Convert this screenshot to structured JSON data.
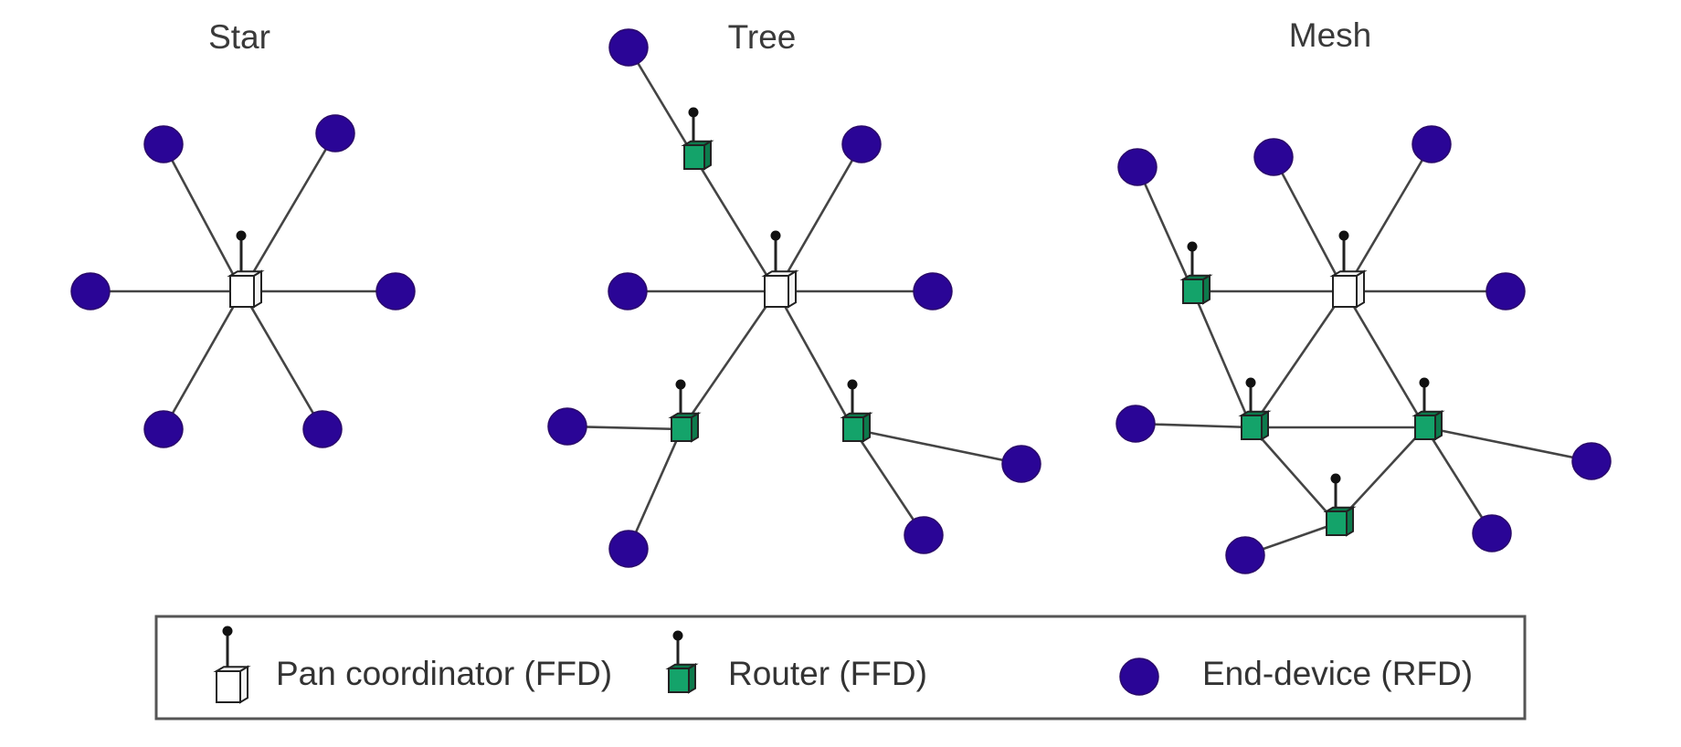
{
  "colors": {
    "end_device": "#2a0596",
    "router": "#14a36a",
    "router_dark": "#0d7a4c",
    "coordinator": "#ffffff",
    "edge": "#444444",
    "text": "#333333"
  },
  "topologies": [
    {
      "id": "star",
      "title": "Star",
      "nodes": [
        {
          "id": "c",
          "type": "coordinator"
        },
        {
          "id": "e1",
          "type": "end-device"
        },
        {
          "id": "e2",
          "type": "end-device"
        },
        {
          "id": "e3",
          "type": "end-device"
        },
        {
          "id": "e4",
          "type": "end-device"
        },
        {
          "id": "e5",
          "type": "end-device"
        },
        {
          "id": "e6",
          "type": "end-device"
        }
      ],
      "edges": [
        [
          "c",
          "e1"
        ],
        [
          "c",
          "e2"
        ],
        [
          "c",
          "e3"
        ],
        [
          "c",
          "e4"
        ],
        [
          "c",
          "e5"
        ],
        [
          "c",
          "e6"
        ]
      ]
    },
    {
      "id": "tree",
      "title": "Tree",
      "nodes": [
        {
          "id": "c",
          "type": "coordinator"
        },
        {
          "id": "ra",
          "type": "router"
        },
        {
          "id": "rb",
          "type": "router"
        },
        {
          "id": "rc",
          "type": "router"
        },
        {
          "id": "e1",
          "type": "end-device"
        },
        {
          "id": "e2",
          "type": "end-device"
        },
        {
          "id": "e3",
          "type": "end-device"
        },
        {
          "id": "e4",
          "type": "end-device"
        },
        {
          "id": "e5",
          "type": "end-device"
        },
        {
          "id": "e6",
          "type": "end-device"
        },
        {
          "id": "e7",
          "type": "end-device"
        },
        {
          "id": "e8",
          "type": "end-device"
        }
      ],
      "edges": [
        [
          "e1",
          "ra"
        ],
        [
          "ra",
          "c"
        ],
        [
          "c",
          "e2"
        ],
        [
          "c",
          "e3"
        ],
        [
          "c",
          "e4"
        ],
        [
          "c",
          "rb"
        ],
        [
          "c",
          "rc"
        ],
        [
          "rb",
          "e5"
        ],
        [
          "rb",
          "e6"
        ],
        [
          "rc",
          "e7"
        ],
        [
          "rc",
          "e8"
        ]
      ]
    },
    {
      "id": "mesh",
      "title": "Mesh",
      "nodes": [
        {
          "id": "c",
          "type": "coordinator"
        },
        {
          "id": "ra",
          "type": "router"
        },
        {
          "id": "rb",
          "type": "router"
        },
        {
          "id": "rc",
          "type": "router"
        },
        {
          "id": "rd",
          "type": "router"
        },
        {
          "id": "e1",
          "type": "end-device"
        },
        {
          "id": "e2",
          "type": "end-device"
        },
        {
          "id": "e3",
          "type": "end-device"
        },
        {
          "id": "e4",
          "type": "end-device"
        },
        {
          "id": "e5",
          "type": "end-device"
        },
        {
          "id": "e6",
          "type": "end-device"
        },
        {
          "id": "e7",
          "type": "end-device"
        },
        {
          "id": "e8",
          "type": "end-device"
        }
      ],
      "edges": [
        [
          "e1",
          "ra"
        ],
        [
          "ra",
          "c"
        ],
        [
          "e2",
          "c"
        ],
        [
          "e3",
          "c"
        ],
        [
          "c",
          "e4"
        ],
        [
          "ra",
          "rb"
        ],
        [
          "c",
          "rb"
        ],
        [
          "c",
          "rc"
        ],
        [
          "e5",
          "rb"
        ],
        [
          "rb",
          "rc"
        ],
        [
          "rc",
          "e6"
        ],
        [
          "rc",
          "e7"
        ],
        [
          "rb",
          "rd"
        ],
        [
          "rc",
          "rd"
        ],
        [
          "rd",
          "e8"
        ]
      ]
    }
  ],
  "legend": {
    "items": [
      {
        "type": "coordinator",
        "label": "Pan coordinator (FFD)"
      },
      {
        "type": "router",
        "label": "Router (FFD)"
      },
      {
        "type": "end-device",
        "label": "End-device (RFD)"
      }
    ]
  }
}
